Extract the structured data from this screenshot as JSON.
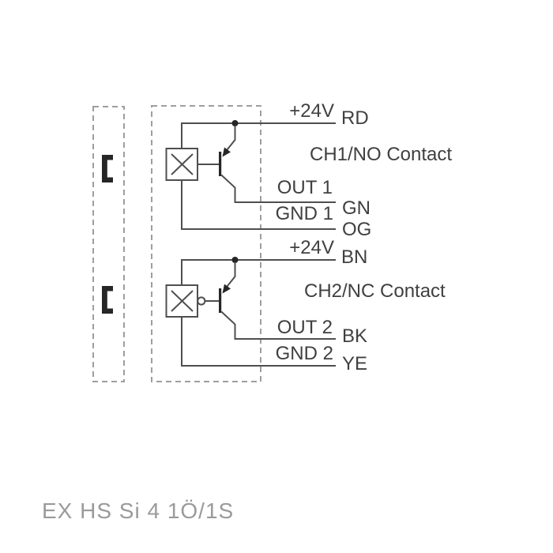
{
  "page": {
    "type": "wiring-diagram",
    "background": "#ffffff"
  },
  "colors": {
    "wire": "#4f4f4f",
    "ink": "#262626",
    "dashed": "#9e9e9e",
    "label": "#404040",
    "footer": "#9a9a9a",
    "bg": "#ffffff"
  },
  "icons": {
    "sensor_symbol": "x-box-icon",
    "transistor_symbol": "pnp-transistor-icon",
    "inversion_symbol": "inverter-bubble-icon",
    "terminal_symbol": "bracket-icon",
    "junction_symbol": "junction-dot"
  },
  "channels": [
    {
      "name": "channel-1",
      "supply_label": "+24V",
      "supply_wire_color": "RD",
      "contact_label": "CH1/NO Contact",
      "out_label": "OUT 1",
      "out_wire_color": "GN",
      "gnd_label": "GND 1",
      "gnd_wire_color": "OG"
    },
    {
      "name": "channel-2",
      "supply_label": "+24V",
      "supply_wire_color": "BN",
      "contact_label": "CH2/NC Contact",
      "out_label": "OUT 2",
      "out_wire_color": "BK",
      "gnd_label": "GND 2",
      "gnd_wire_color": "YE"
    }
  ],
  "footer": {
    "model": "EX HS Si 4 1Ö/1S"
  }
}
